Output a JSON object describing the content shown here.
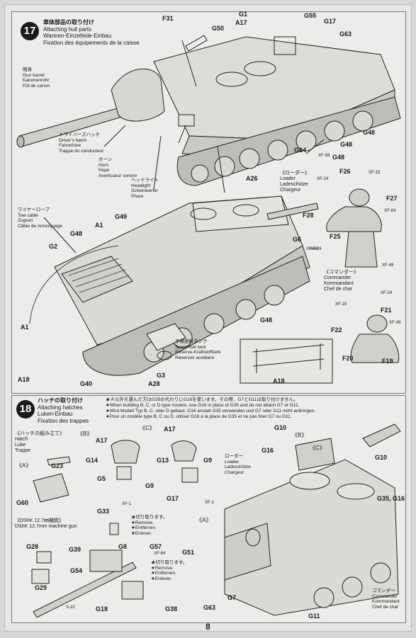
{
  "page_number": "8",
  "step17": {
    "number": "17",
    "title_jp": "車体部品の取り付け",
    "title_en": "Attaching hull parts",
    "title_de": "Wannen-Einzelteile-Einbau",
    "title_fr": "Fixation des équipements de la caisse",
    "gun_barrel": {
      "jp": "砲身",
      "en": "Gun barrel",
      "de": "Kanonenrohr",
      "fr": "Fût de canon"
    },
    "drivers_hatch": {
      "jp": "ドライバーズハッチ",
      "en": "Driver's hatch",
      "de": "Fahrerluke",
      "fr": "Trappe du conducteur"
    },
    "horn": {
      "jp": "ホーン",
      "en": "Horn",
      "de": "Hupe",
      "fr": "Avertisseur sonore"
    },
    "headlight": {
      "jp": "ヘッドライト",
      "en": "Headlight",
      "de": "Scheinwerfer",
      "fr": "Phare"
    },
    "loader": {
      "jp": "《ローダー》",
      "en": "Loader",
      "de": "Ladeschütze",
      "fr": "Chargeur"
    },
    "tow_cable": {
      "jp": "ワイヤーロープ",
      "en": "Tow cable",
      "de": "Zugseil",
      "fr": "Câble de remorquage"
    },
    "fuel_tank": {
      "jp": "予備燃料タンク",
      "en": "Spare fuel tank",
      "de": "Reserve-Kraftstofftank",
      "fr": "Réservoir auxiliaire"
    },
    "commander": {
      "jp": "《コマンダー》",
      "en": "Commander",
      "de": "Kommandant",
      "fr": "Chef de char"
    },
    "parts": [
      "F31",
      "G1",
      "A17",
      "G55",
      "G17",
      "G50",
      "G63",
      "G48",
      "G48",
      "G64",
      "G48",
      "A26",
      "F26",
      "F27",
      "F28",
      "F25",
      "G49",
      "A1",
      "G48",
      "G2",
      "G6",
      "A1",
      "G48",
      "A18",
      "G40",
      "A28",
      "G3",
      "A18",
      "F21",
      "F22",
      "F20",
      "F19"
    ],
    "xf": [
      "XF-56",
      "XF-24",
      "XF-15",
      "XF-64",
      "XF-49",
      "XF-49",
      "XF-49",
      "XF-24",
      "XF-15",
      "XF-49"
    ]
  },
  "step18": {
    "number": "18",
    "title_jp": "ハッチの取り付け",
    "title_en": "Attaching hatches",
    "title_de": "Luken-Einbau",
    "title_fr": "Fixation des trappes",
    "note_jp": "★Ａ以外を選んだ方はG35の代わりにG16を使います。その際、G7とG11は取り付けません。",
    "note_en": "★When building B, C, or D type models, use G16 in place of G35 and do not attach G7 or G11.",
    "note_de": "★Wird Modell Typ B, C, oder D gebaut, G16 anstatt G35 verwenden und G7 oder G11 nicht anbringen.",
    "note_fr": "★Pour un modèle type B, C ou D, utiliser G16 à la place de G35 et ne pas fixer G7 ou G11.",
    "hatch_assembly": {
      "jp": "《ハッチの組み立て》",
      "en": "Hatch",
      "de": "Luke",
      "fr": "Trappe"
    },
    "type_a": "《A》",
    "type_b": "《B》",
    "type_c": "《C》",
    "machine_gun": {
      "jp": "《DShK 12.7㎜機銃》",
      "en": "DShK 12.7mm machine gun"
    },
    "remove": {
      "jp": "★切り取ります。",
      "en": "★Remove.",
      "de": "★Entfernen.",
      "fr": "★Enlever."
    },
    "loader": {
      "jp": "ローダー",
      "en": "Loader",
      "de": "Ladeschütze",
      "fr": "Chargeur"
    },
    "commander": {
      "jp": "コマンダー",
      "en": "Commander",
      "de": "Kommandant",
      "fr": "Chef de char"
    },
    "parts": [
      "G23",
      "G60",
      "A17",
      "G14",
      "G5",
      "G9",
      "A17",
      "G13",
      "G9",
      "G17",
      "G10",
      "G16",
      "G10",
      "G35, G16",
      "G33",
      "G28",
      "G39",
      "G8",
      "G57",
      "G51",
      "G54",
      "G29",
      "G18",
      "G38",
      "G63",
      "G7",
      "G11"
    ],
    "xf": [
      "XF-1",
      "XF-1",
      "XF-64",
      "X-10"
    ]
  }
}
